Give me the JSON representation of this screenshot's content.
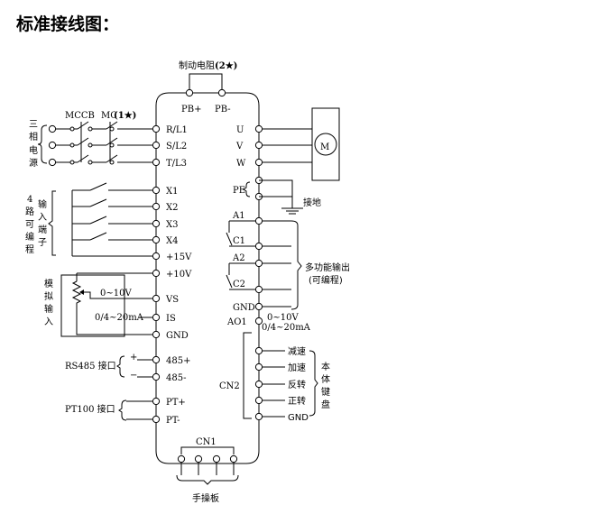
{
  "title": "标准接线图：",
  "top": {
    "brake_resistor": "制动电阻",
    "note2": "(2★)",
    "pb_plus": "PB+",
    "pb_minus": "PB-"
  },
  "left_group": {
    "three_phase": [
      "三",
      "相",
      "电",
      "源"
    ],
    "mccb": "MCCB",
    "mc": "MC",
    "note1": "(1★)",
    "programmable4": [
      "4",
      "路",
      "可",
      "编",
      "程"
    ],
    "input_terminal": [
      "输",
      "入",
      "端",
      "子"
    ],
    "analog_input": [
      "模",
      "拟",
      "输",
      "入"
    ],
    "pot_range": "0~10V",
    "current_range": "0/4~20mA",
    "rs485": "RS485 接口",
    "rs485_plus": "+",
    "rs485_minus": "−",
    "pt100": "PT100 接口"
  },
  "left_terminals": [
    "R/L1",
    "S/L2",
    "T/L3",
    "X1",
    "X2",
    "X3",
    "X4",
    "+15V",
    "+10V",
    "VS",
    "IS",
    "GND",
    "485+",
    "485-",
    "PT+",
    "PT-"
  ],
  "right_terminals": {
    "motor": [
      "U",
      "V",
      "W"
    ],
    "motor_symbol": "M",
    "pe": "PE",
    "ground": "接地",
    "relays": [
      "A1",
      "C1",
      "A2",
      "C2",
      "GND",
      "AO1"
    ],
    "multifunction_output": "多功能输出",
    "programmable": "(可编程)",
    "ao_range_1": "0~10V",
    "ao_range_2": "0/4~20mA"
  },
  "keypad": {
    "connector": "CN2",
    "keys": [
      "减速",
      "加速",
      "反转",
      "正转",
      "GND"
    ],
    "label": [
      "本",
      "体",
      "键",
      "盘"
    ]
  },
  "bottom": {
    "connector": "CN1",
    "handheld": "手操板"
  }
}
